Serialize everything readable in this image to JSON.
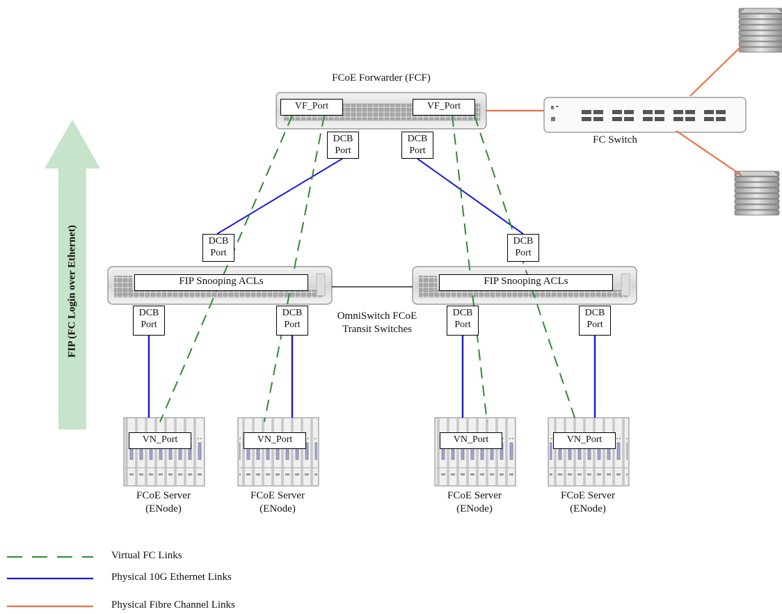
{
  "colors": {
    "virtual_fc": "#2e8b2e",
    "ethernet": "#1a1adf",
    "fibre": "#f07040",
    "arrow": "#c5e4c9"
  },
  "icons": [
    "switch-icon",
    "fc-switch-icon",
    "storage-disk-icon",
    "blade-server-icon",
    "up-arrow-icon"
  ],
  "fcf": {
    "title": "FCoE Forwarder (FCF)",
    "vf_port_left": "VF_Port",
    "vf_port_right": "VF_Port"
  },
  "fc_switch": {
    "label": "FC Switch"
  },
  "transit": {
    "acl_left": "FIP Snooping ACLs",
    "acl_right": "FIP Snooping ACLs",
    "caption_line1": "OmniSwitch FCoE",
    "caption_line2": "Transit Switches"
  },
  "dcb_port": {
    "line1": "DCB",
    "line2": "Port"
  },
  "servers": [
    {
      "port": "VN_Port",
      "line1": "FCoE Server",
      "line2": "(ENode)"
    },
    {
      "port": "VN_Port",
      "line1": "FCoE Server",
      "line2": "(ENode)"
    },
    {
      "port": "VN_Port",
      "line1": "FCoE Server",
      "line2": "(ENode)"
    },
    {
      "port": "VN_Port",
      "line1": "FCoE Server",
      "line2": "(ENode)"
    }
  ],
  "side_arrow": {
    "label": "FIP (FC Login over Ethernet)"
  },
  "legend": {
    "virtual": "Virtual FC Links",
    "ethernet": "Physical 10G Ethernet Links",
    "fibre": "Physical Fibre Channel Links"
  }
}
